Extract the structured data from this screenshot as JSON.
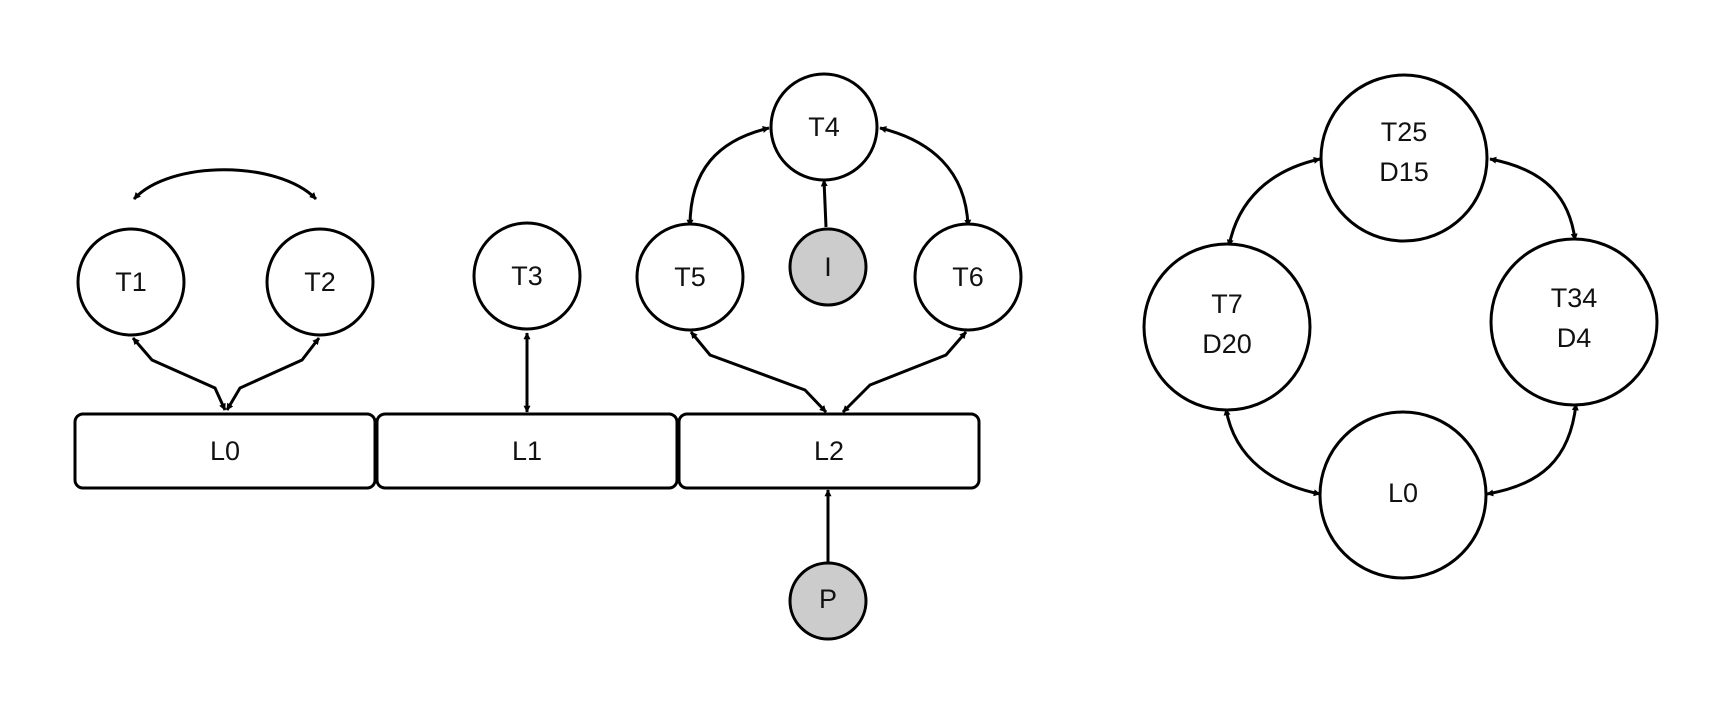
{
  "colors": {
    "stroke": "#000000",
    "node_fill": "#ffffff",
    "special_fill": "#cccccc",
    "text": "#111111"
  },
  "left_diagram": {
    "threads": {
      "t1": "T1",
      "t2": "T2",
      "t3": "T3",
      "t4": "T4",
      "t5": "T5",
      "t6": "T6"
    },
    "special": {
      "i": "I",
      "p": "P"
    },
    "locks": {
      "l0": "L0",
      "l1": "L1",
      "l2": "L2"
    }
  },
  "right_diagram": {
    "t25": [
      "T25",
      "D15"
    ],
    "t34": [
      "T34",
      "D4"
    ],
    "t7": [
      "T7",
      "D20"
    ],
    "l0": "L0"
  }
}
